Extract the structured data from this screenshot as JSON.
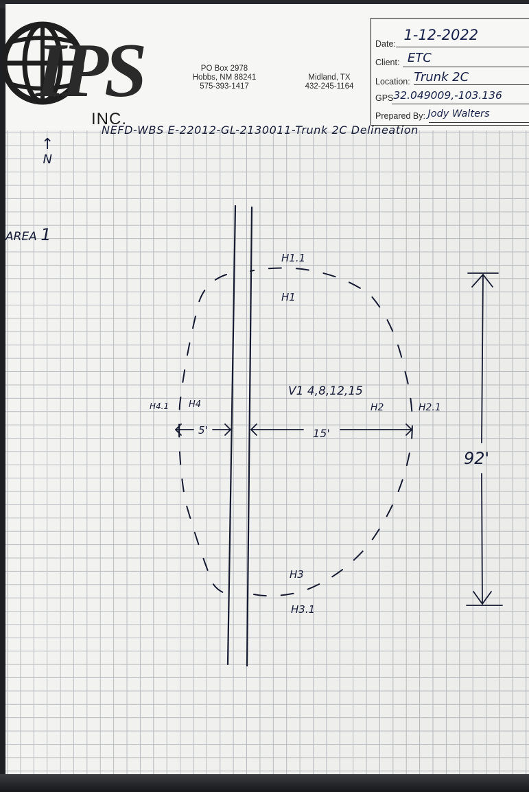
{
  "company": {
    "logo_text": "IPS",
    "inc": "INC.",
    "offices": [
      {
        "lines": [
          "PO Box 2978",
          "Hobbs, NM 88241",
          "575-393-1417"
        ]
      },
      {
        "lines": [
          "Midland, TX",
          "432-245-1164"
        ]
      }
    ]
  },
  "form": {
    "date_label": "Date:",
    "date_value": "1-12-2022",
    "client_label": "Client:",
    "client_value": "ETC",
    "location_label": "Location:",
    "location_value": "Trunk 2C",
    "gps_label": "GPS",
    "gps_value": "32.049009,-103.136",
    "prepared_label": "Prepared By:",
    "prepared_value": "Jody Walters"
  },
  "project_title": "NEFD-WBS E-22012-GL-2130011-Trunk 2C Delineation",
  "north": {
    "arrow": "↑",
    "label": "N"
  },
  "area": {
    "prefix": "AREA",
    "number": "1"
  },
  "sketch": {
    "points": {
      "h1_1": "H1.1",
      "h1": "H1",
      "v1": "V1 4,8,12,15",
      "h2": "H2",
      "h2_1": "H2.1",
      "h3": "H3",
      "h3_1": "H3.1",
      "h4_1": "H4.1",
      "h4": "H4"
    },
    "dimensions": {
      "left": "5'",
      "right": "15'",
      "height": "92'"
    }
  }
}
